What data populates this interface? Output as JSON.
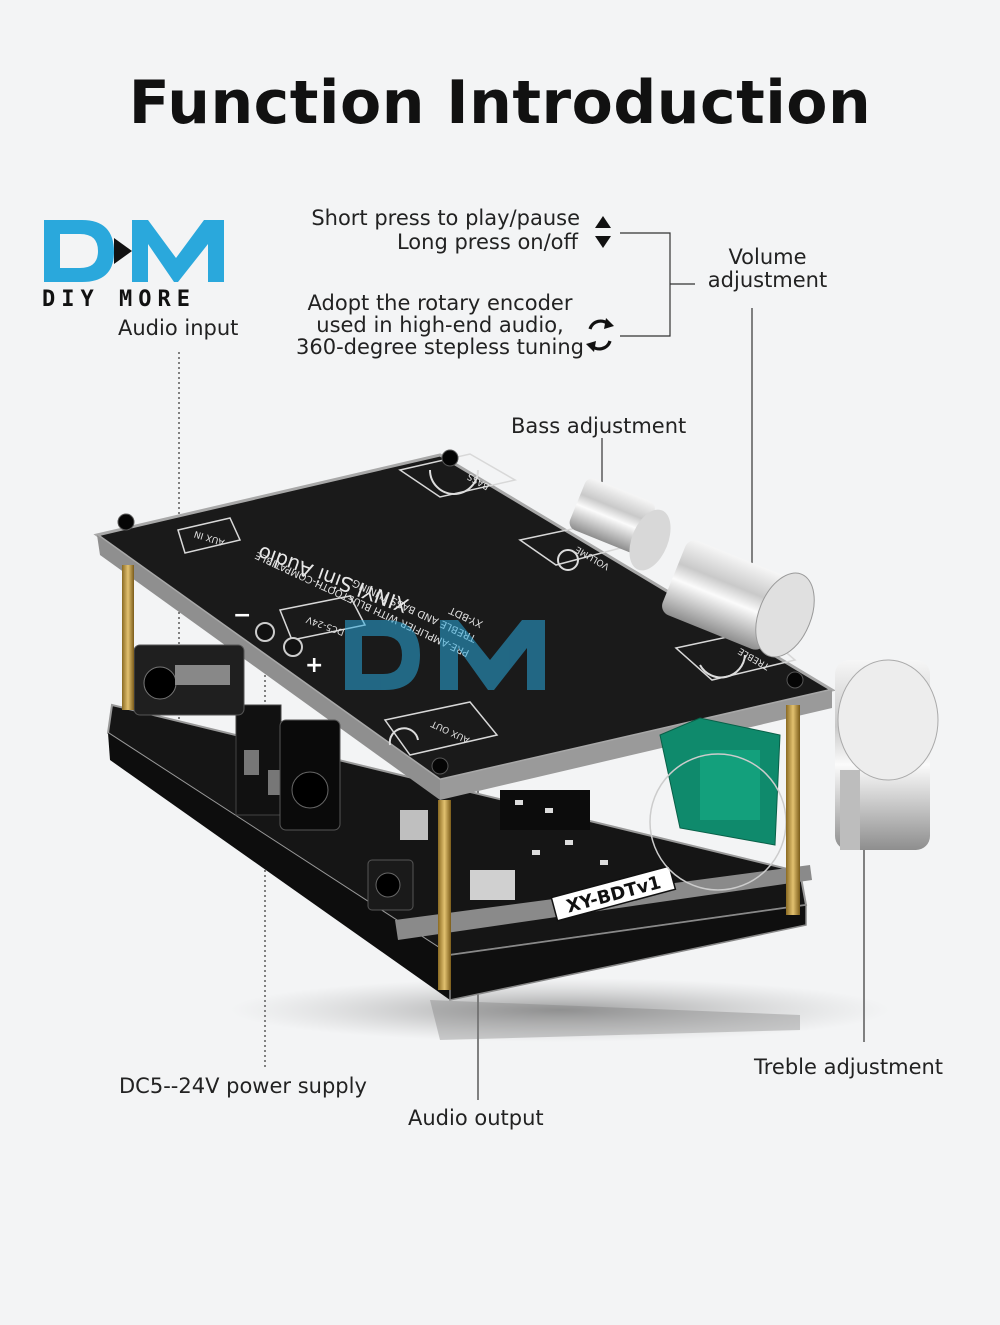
{
  "title": "Function Introduction",
  "brand": {
    "logo_text": "DM",
    "subtitle": "DIY MORE",
    "accent_color": "#2aa8dc"
  },
  "callouts": {
    "audio_input": "Audio input",
    "short_press": "Short press to play/pause",
    "long_press": "Long press on/off",
    "volume": [
      "Volume",
      "adjustment"
    ],
    "rotary": [
      "Adopt the rotary encoder",
      "used in high-end audio,",
      "360-degree stepless tuning"
    ],
    "bass": "Bass adjustment",
    "dc_power": "DC5--24V power supply",
    "audio_output": "Audio output",
    "treble": "Treble adjustment"
  },
  "board": {
    "brand_line": "XINYI Sini Audio",
    "product_line_1": "PRE-AMPLIFIER WITH BLUETOOTH-COMPATIBLE",
    "product_line_2": "TREBLE AND BASS TUNING",
    "model": "XY-BDT",
    "model_bottom": "XY-BDTv1",
    "knob_labels": [
      "BASS",
      "VOLUME",
      "TREBLE"
    ],
    "port_labels": [
      "AUX IN",
      "DC5-24V",
      "AUX OUT"
    ],
    "plus": "+",
    "minus": "−"
  },
  "icons": [
    "triangle-up-icon",
    "triangle-down-icon",
    "rotate-icon"
  ]
}
